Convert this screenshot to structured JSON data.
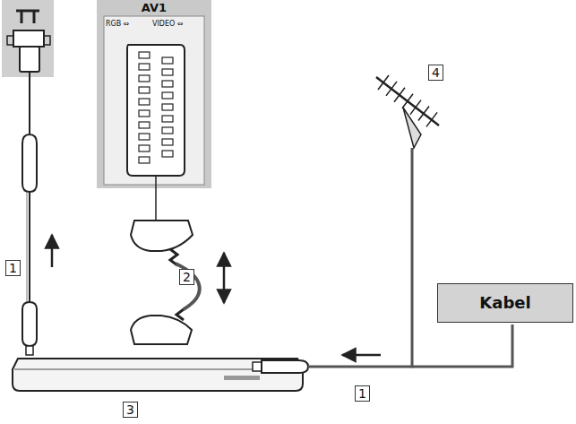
{
  "diagram": {
    "nodes": [
      {
        "text": [
          "AV1",
          "RGB ⇔",
          "VIDEO ⇔"
        ]
      },
      {
        "text": [
          "Kabel"
        ]
      }
    ],
    "labels": [
      "1",
      "2",
      "3",
      "4",
      "1"
    ]
  }
}
